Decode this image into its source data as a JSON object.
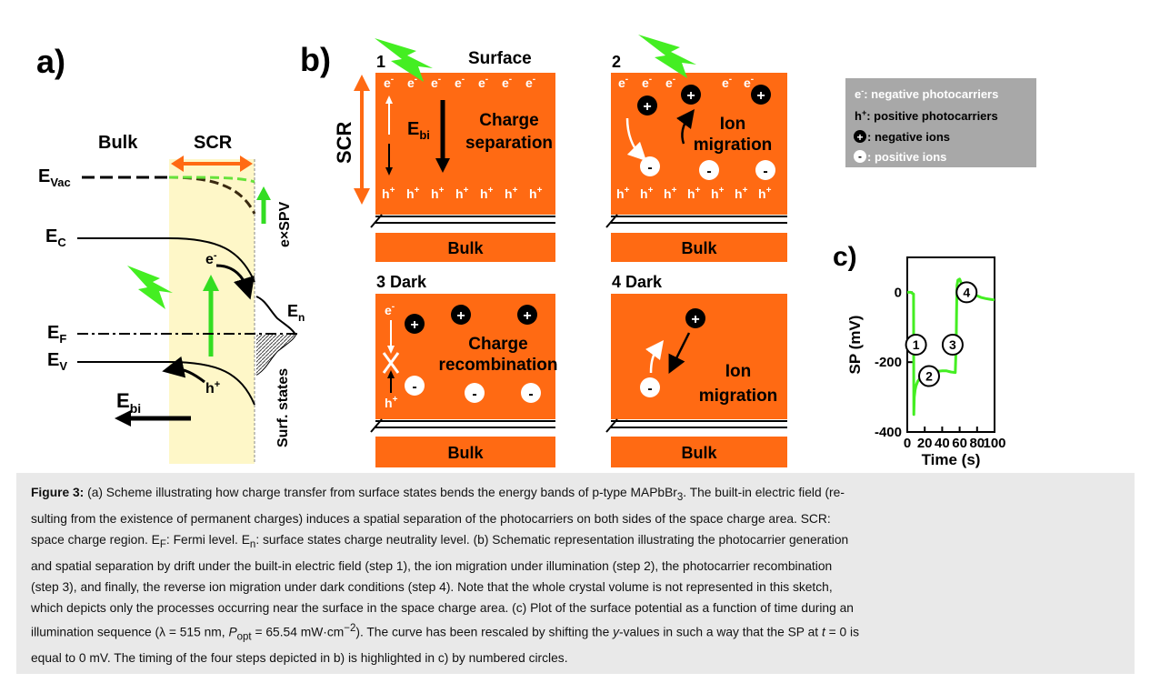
{
  "panel_a": {
    "label": "a)",
    "bulk": "Bulk",
    "scr": "SCR",
    "e_vac": "E",
    "e_vac_sub": "Vac",
    "e_c": "E",
    "e_c_sub": "C",
    "e_f": "E",
    "e_f_sub": "F",
    "e_v": "E",
    "e_v_sub": "V",
    "e_n": "E",
    "e_n_sub": "n",
    "e_bi": "E",
    "e_bi_sub": "bi",
    "spv": "e×SPV",
    "surf_states": "Surf. states",
    "electron": "e",
    "electron_sup": "-",
    "hole": "h",
    "hole_sup": "+"
  },
  "panel_b": {
    "label": "b)",
    "surface": "Surface",
    "scr": "SCR",
    "bulk": "Bulk",
    "step1": "1",
    "step2": "2",
    "step3": "3 Dark",
    "step4": "4  Dark",
    "charge_separation_1": "Charge",
    "charge_separation_2": "separation",
    "ion_migration_1": "Ion",
    "ion_migration_2": "migration",
    "charge_recombination_1": "Charge",
    "charge_recombination_2": "recombination",
    "e_bi": "E",
    "e_bi_sub": "bi",
    "electron": "e",
    "electron_sup": "-",
    "hole": "h",
    "hole_sup": "+",
    "legend": {
      "neg_photo": ": negative photocarriers",
      "pos_photo": ": positive photocarriers",
      "neg_ions": ": negative ions",
      "pos_ions": ": positive ions"
    }
  },
  "panel_c": {
    "label": "c)"
  },
  "chart_data": {
    "type": "line",
    "xlabel": "Time (s)",
    "ylabel": "SP (mV)",
    "xlim": [
      0,
      100
    ],
    "ylim": [
      -400,
      100
    ],
    "xticks": [
      0,
      20,
      40,
      60,
      80,
      100
    ],
    "yticks": [
      0,
      -200,
      -400
    ],
    "series_color": "#44ee22",
    "x": [
      0,
      4,
      7.2,
      7.5,
      8,
      9,
      10,
      12,
      15,
      20,
      25,
      30,
      35,
      40,
      45,
      50,
      55,
      56,
      56.5,
      57,
      58,
      60,
      62,
      65,
      70,
      75,
      80,
      85,
      90,
      95,
      100
    ],
    "y": [
      0,
      0,
      -5,
      -350,
      -300,
      -280,
      -268,
      -255,
      -245,
      -236,
      -230,
      -228,
      -226,
      -225,
      -225,
      -228,
      -230,
      -150,
      -60,
      20,
      35,
      38,
      25,
      15,
      0,
      -5,
      -10,
      -15,
      -18,
      -20,
      -22
    ],
    "annotations": [
      {
        "label": "1",
        "x": 10,
        "y": -150
      },
      {
        "label": "2",
        "x": 25,
        "y": -240
      },
      {
        "label": "3",
        "x": 52,
        "y": -150
      },
      {
        "label": "4",
        "x": 68,
        "y": 0
      }
    ]
  },
  "caption": {
    "fig_label": "Figure 3:",
    "text_1": " (a) Scheme illustrating how charge transfer from surface states bends the energy bands of p-type MAPbBr",
    "sub_3": "3",
    "text_2": ". The built-in electric field (re-",
    "line_2": "sulting from the existence of permanent charges) induces a spatial separation of the photocarriers on both sides of the space charge area. SCR:",
    "line_3a": "space charge region. E",
    "sub_F": "F",
    "line_3b": ": Fermi level. E",
    "sub_n": "n",
    "line_3c": ": surface states charge neutrality level. (b) Schematic representation illustrating the photocarrier generation",
    "line_4": "and spatial separation by drift under the built-in electric field (step 1), the ion migration under illumination (step 2), the photocarrier recombination",
    "line_5": "(step 3), and finally, the reverse ion migration under dark conditions (step 4). Note that the whole crystal volume is not represented in this sketch,",
    "line_6": "which depicts only the processes occurring near the surface in the space charge area. (c) Plot of the surface potential as a function of time during an",
    "line_7a": "illumination sequence (λ = 515 nm, ",
    "line_7_p": "P",
    "line_7_psub": "opt",
    "line_7b": " = 65.54 mW·cm",
    "line_7_sup": "−2",
    "line_7c": "). The curve has been rescaled by shifting the ",
    "line_7_y": "y",
    "line_7d": "-values in such a way that the SP at ",
    "line_7_t": "t",
    "line_7e": " = 0 is",
    "line_8": "equal to 0 mV. The timing of the four steps depicted in b) is highlighted in c) by numbered circles."
  }
}
